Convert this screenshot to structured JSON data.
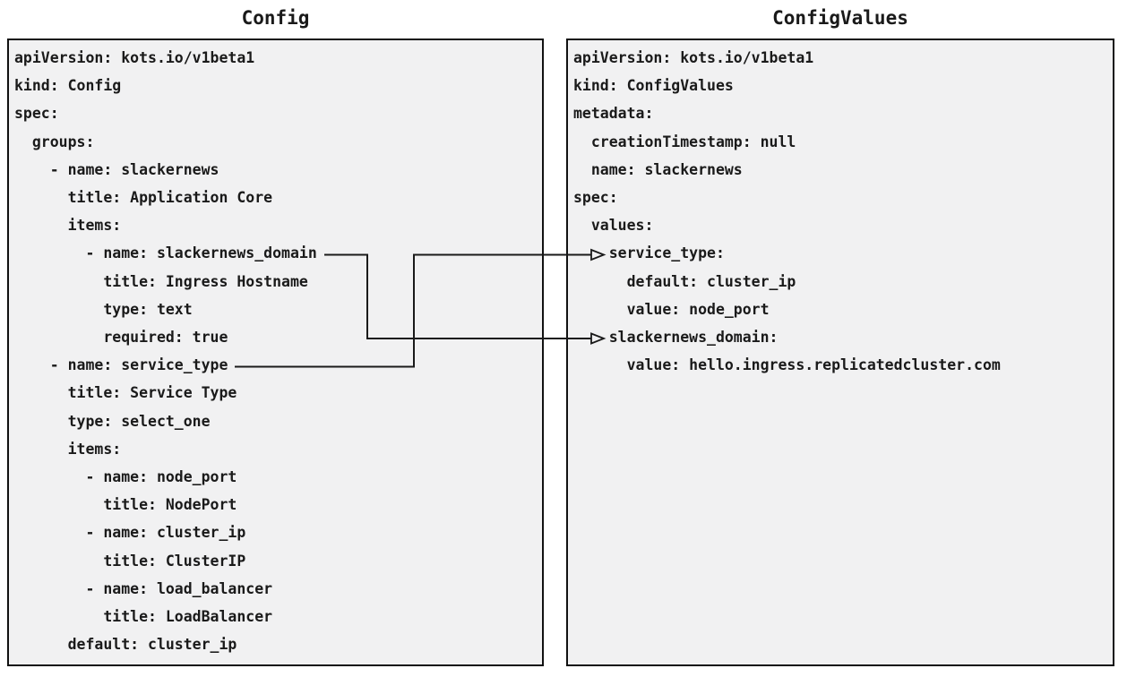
{
  "diagram": {
    "left_panel": {
      "title": "Config",
      "kind": "Config",
      "code_lines": [
        "apiVersion: kots.io/v1beta1",
        "kind: Config",
        "spec:",
        "  groups:",
        "    - name: slackernews",
        "      title: Application Core",
        "      items:",
        "        - name: slackernews_domain",
        "          title: Ingress Hostname",
        "          type: text",
        "          required: true",
        "    - name: service_type",
        "      title: Service Type",
        "      type: select_one",
        "      items:",
        "        - name: node_port",
        "          title: NodePort",
        "        - name: cluster_ip",
        "          title: ClusterIP",
        "        - name: load_balancer",
        "          title: LoadBalancer",
        "      default: cluster_ip"
      ]
    },
    "right_panel": {
      "title": "ConfigValues",
      "kind": "ConfigValues",
      "code_lines": [
        "apiVersion: kots.io/v1beta1",
        "kind: ConfigValues",
        "metadata:",
        "  creationTimestamp: null",
        "  name: slackernews",
        "spec:",
        "  values:",
        "    service_type:",
        "      default: cluster_ip",
        "      value: node_port",
        "    slackernews_domain:",
        "      value: hello.ingress.replicatedcluster.com"
      ]
    },
    "connections": [
      {
        "from": "Config item name: slackernews_domain",
        "to": "ConfigValues value key: slackernews_domain"
      },
      {
        "from": "Config item name: service_type",
        "to": "ConfigValues value key: service_type"
      }
    ],
    "colors": {
      "canvas_bg": "#ffffff",
      "panel_bg": "#f1f1f2",
      "border": "#111111",
      "text": "#1a1a1a",
      "arrow": "#1a1a1a"
    }
  }
}
